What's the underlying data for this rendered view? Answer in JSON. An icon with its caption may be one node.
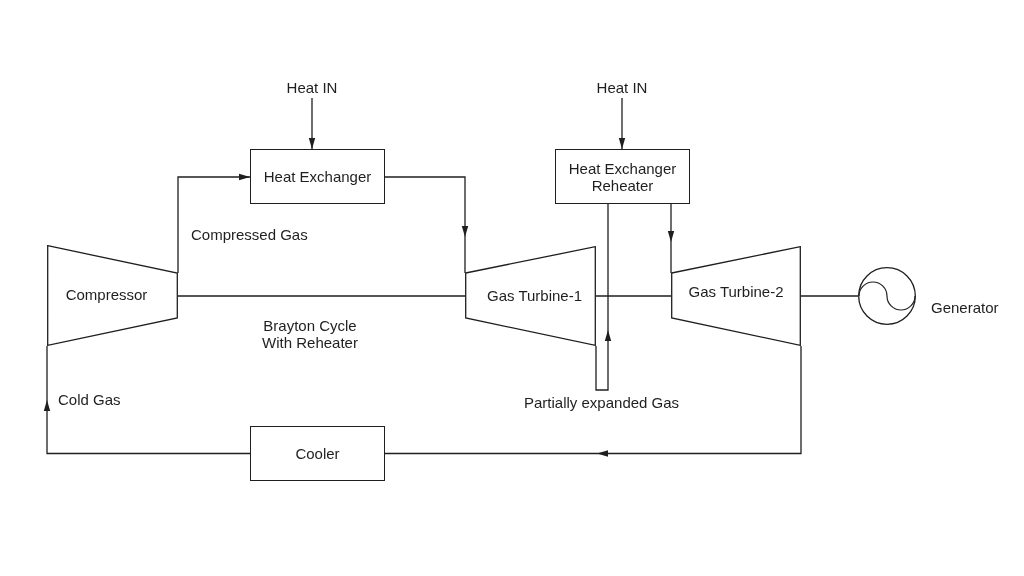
{
  "diagram": {
    "title": "Brayton Cycle With Reheater",
    "nodes": [
      {
        "text": [
          "Heat IN"
        ]
      },
      {
        "text": [
          "Heat IN"
        ]
      },
      {
        "text": [
          "Heat Exchanger"
        ]
      },
      {
        "text": [
          "Heat Exchanger Reheater"
        ]
      },
      {
        "text": [
          "Compressor"
        ]
      },
      {
        "text": [
          "Gas Turbine-1"
        ]
      },
      {
        "text": [
          "Gas Turbine-2"
        ]
      },
      {
        "text": [],
        "shape": "circle",
        "beside": [
          "Generator"
        ]
      },
      {
        "text": [
          "Cooler"
        ]
      }
    ],
    "edges": [
      {
        "from": 0,
        "to": 2,
        "arrow": "to"
      },
      {
        "from": 1,
        "to": 3,
        "arrow": "to"
      },
      {
        "from": 4,
        "to": 2,
        "arrow": "to",
        "label": "Compressed Gas"
      },
      {
        "from": 2,
        "to": 5,
        "arrow": "to"
      },
      {
        "from": 4,
        "to": 5,
        "arrow": "none"
      },
      {
        "from": 5,
        "to": 3,
        "arrow": "to",
        "label": "Partially expanded Gas"
      },
      {
        "from": 3,
        "to": 6,
        "arrow": "to"
      },
      {
        "from": 5,
        "to": 6,
        "arrow": "none"
      },
      {
        "from": 6,
        "to": 7,
        "arrow": "none"
      },
      {
        "from": 6,
        "to": 8,
        "arrow": "to"
      },
      {
        "from": 8,
        "to": 4,
        "arrow": "to",
        "label": "Cold Gas"
      }
    ]
  }
}
